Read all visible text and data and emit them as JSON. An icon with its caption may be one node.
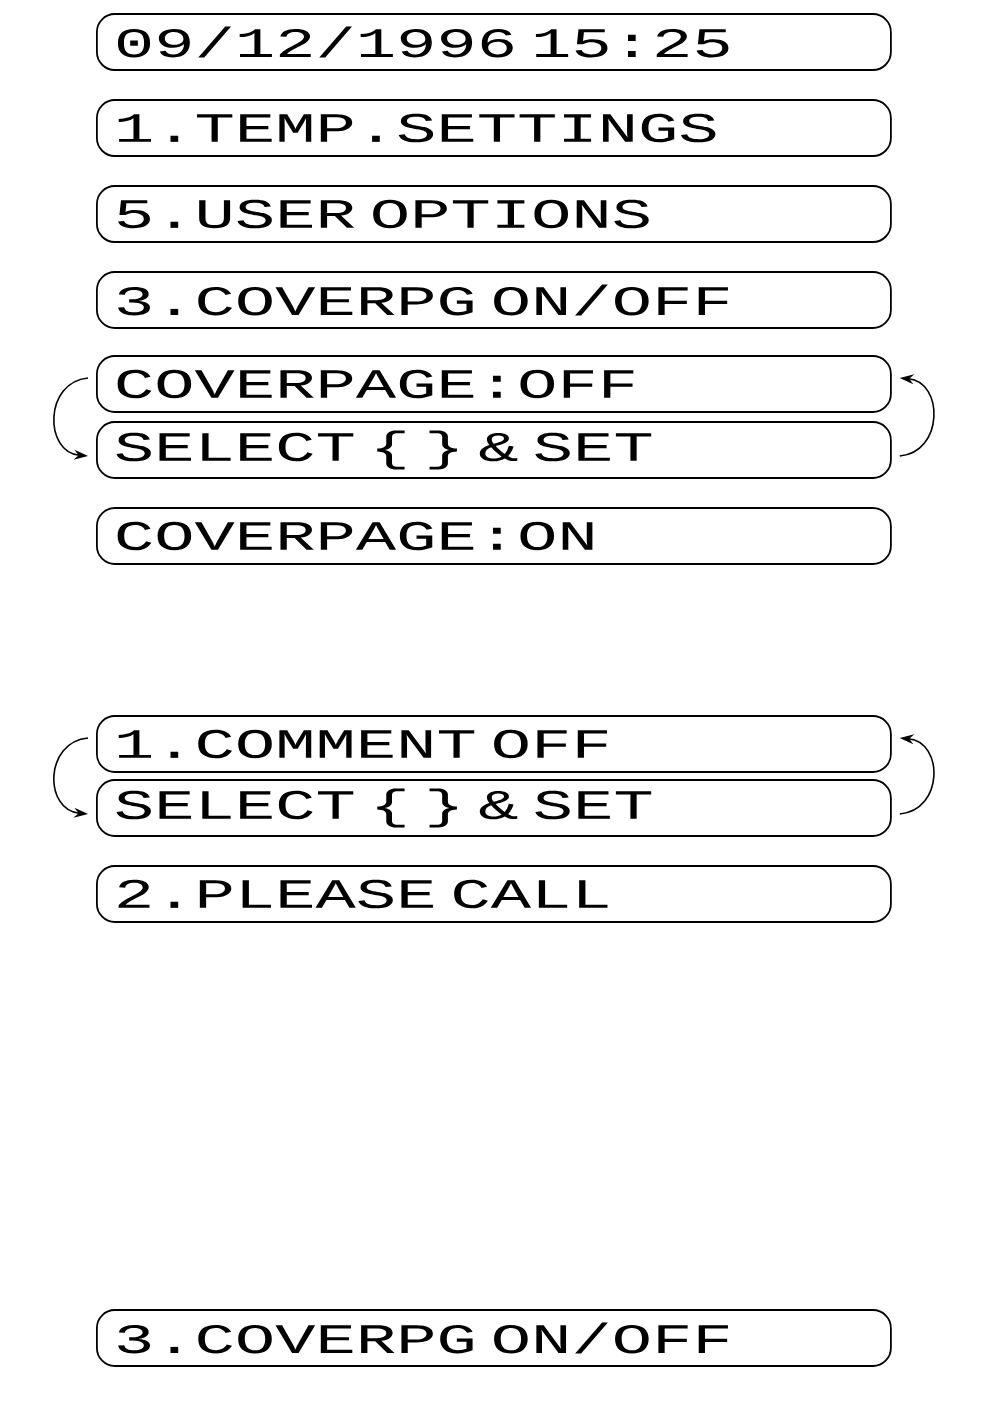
{
  "diagram": {
    "nodes": [
      {
        "text": [
          "09/12/1996 15:25"
        ]
      },
      {
        "text": [
          "1.TEMP.SETTINGS"
        ]
      },
      {
        "text": [
          "5.USER OPTIONS"
        ]
      },
      {
        "text": [
          "3.COVERPG ON/OFF"
        ]
      },
      {
        "text": [
          "COVERPAGE:OFF"
        ]
      },
      {
        "text": [
          "SELECT { } & SET"
        ]
      },
      {
        "text": [
          "COVERPAGE:ON"
        ]
      },
      {
        "text": [
          "1.COMMENT OFF"
        ]
      },
      {
        "text": [
          "SELECT { } & SET"
        ]
      },
      {
        "text": [
          "2.PLEASE CALL"
        ]
      },
      {
        "text": [
          "3.COVERPG ON/OFF"
        ]
      }
    ],
    "edges": [
      {
        "from": 4,
        "to": 5,
        "arrow": "to"
      },
      {
        "from": 5,
        "to": 4,
        "arrow": "to"
      },
      {
        "from": 7,
        "to": 8,
        "arrow": "to"
      },
      {
        "from": 8,
        "to": 7,
        "arrow": "to"
      }
    ]
  }
}
